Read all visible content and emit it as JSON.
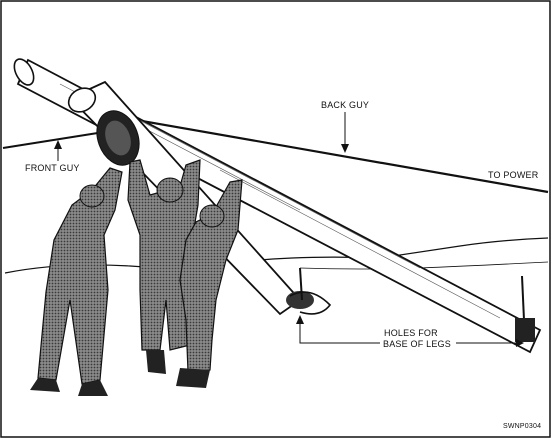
{
  "labels": {
    "back_guy": "BACK GUY",
    "front_guy": "FRONT GUY",
    "to_power": "TO POWER",
    "holes_line1": "HOLES FOR",
    "holes_line2": "BASE OF LEGS",
    "figure_code": "SWNP0304"
  },
  "colors": {
    "ink": "#111111",
    "figure_tone": "#6e6e6e",
    "paper": "#ffffff"
  }
}
